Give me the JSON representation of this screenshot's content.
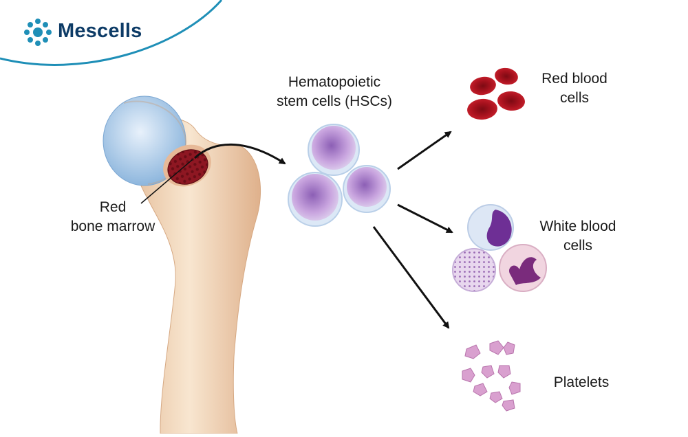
{
  "brand": {
    "name": "Mescells",
    "logo_icon": "cell-ring-icon",
    "accent_color": "#1f8fb7",
    "text_color": "#0d3b66"
  },
  "labels": {
    "marrow_line1": "Red",
    "marrow_line2": "bone marrow",
    "hsc_line1": "Hematopoietic",
    "hsc_line2": "stem cells (HSCs)",
    "rbc_line1": "Red blood",
    "rbc_line2": "cells",
    "wbc_line1": "White blood",
    "wbc_line2": "cells",
    "platelets": "Platelets"
  },
  "colors": {
    "bone": "#f3d9bd",
    "bone_shadow": "#e2b894",
    "cartilage": "#a9c9e8",
    "marrow": "#8e1722",
    "stem_cell": "#b58ad0",
    "red_cell": "#b3121f",
    "platelet": "#d9a0cf",
    "arrow": "#111111"
  }
}
